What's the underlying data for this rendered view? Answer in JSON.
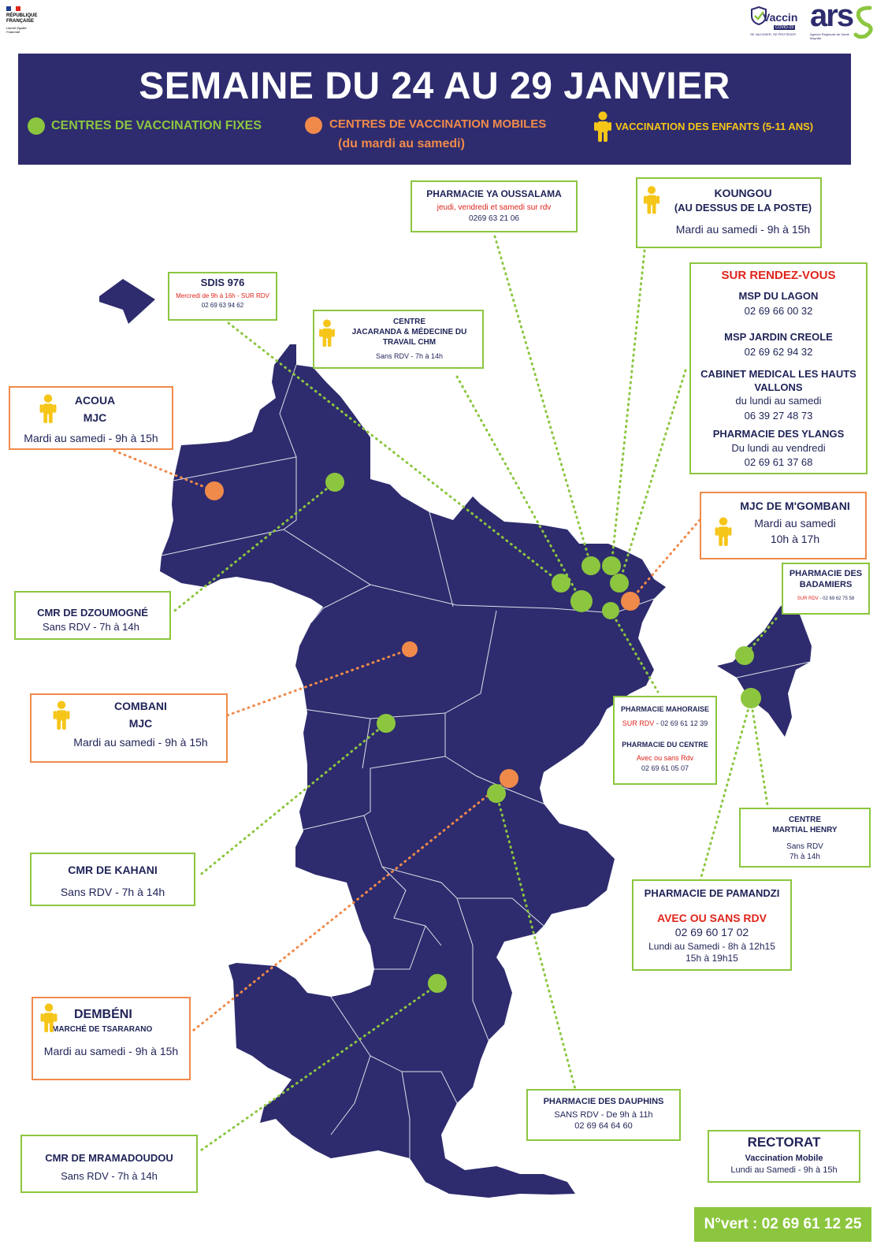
{
  "header": {
    "rf_label": "RÉPUBLIQUE FRANÇAISE",
    "rf_motto": "Liberté Égalité Fraternité",
    "vaccin_logo": "Vaccin",
    "vaccin_sub": "COVID-19",
    "vaccin_tagline": "SE VACCINER, SE PROTÉGER",
    "ars_logo": "ars",
    "ars_sub": "Agence Régionale de Santé Mayotte"
  },
  "banner": {
    "title": "SEMAINE DU 24 AU 29 JANVIER",
    "legend_fixed": "CENTRES DE VACCINATION FIXES",
    "legend_mobile": "CENTRES DE VACCINATION MOBILES",
    "legend_mobile_note": "(du mardi au samedi)",
    "legend_children": "VACCINATION DES ENFANTS (5-11 ANS)"
  },
  "colors": {
    "navy": "#2e2c6e",
    "green": "#8cc63f",
    "orange": "#f08a4b",
    "red": "#e0241b",
    "yellow": "#f5c518"
  },
  "icons": {
    "child": "child-icon",
    "fixed_dot": "green-dot-icon",
    "mobile_dot": "orange-dot-icon"
  },
  "boxes": {
    "yaoussalama": {
      "title": "PHARMACIE YA OUSSALAMA",
      "note": "jeudi, vendredi et samedi sur rdv",
      "phone": "0269 63 21 06"
    },
    "koungou": {
      "title1": "KOUNGOU",
      "title2": "(AU DESSUS DE LA POSTE)",
      "hours": "Mardi au samedi - 9h à 15h"
    },
    "sdis": {
      "title": "SDIS 976",
      "note": "Mercredi de 9h à 16h - SUR RDV",
      "phone": "02 69 63 94 62"
    },
    "jacaranda": {
      "title1": "CENTRE",
      "title2": "JACARANDA & MÉDECINE DU",
      "title3": "TRAVAIL CHM",
      "hours": "Sans RDV -  7h à 14h"
    },
    "rdv": {
      "header": "SUR RENDEZ-VOUS",
      "msp_lagon": "MSP DU LAGON",
      "msp_lagon_phone": "02 69 66 00 32",
      "msp_jardin": "MSP JARDIN CREOLE",
      "msp_jardin_phone": "02 69 62 94 32",
      "cabinet1": "CABINET MEDICAL LES HAUTS",
      "cabinet2": "VALLONS",
      "cabinet_days": "du lundi au samedi",
      "cabinet_phone": "06 39 27 48 73",
      "ylangs": "PHARMACIE DES YLANGS",
      "ylangs_days": "Du lundi au vendredi",
      "ylangs_phone": "02 69 61 37 68"
    },
    "acoua": {
      "title1": "ACOUA",
      "title2": "MJC",
      "hours": "Mardi au samedi - 9h à 15h"
    },
    "mgombani": {
      "title": "MJC DE M'GOMBANI",
      "days": "Mardi au samedi",
      "hours": "10h à 17h"
    },
    "badamiers": {
      "title1": "PHARMACIE DES",
      "title2": "BADAMIERS",
      "note_red": "SUR RDV",
      "phone": " - 02 69 62 75 58"
    },
    "dzoumogne": {
      "title": "CMR DE DZOUMOGNÉ",
      "hours": "Sans RDV - 7h à 14h"
    },
    "combani": {
      "title1": "COMBANI",
      "title2": "MJC",
      "hours": "Mardi au samedi - 9h à 15h"
    },
    "mahoraise": {
      "title": "PHARMACIE MAHORAISE",
      "note_red": "SUR RDV",
      "phone": " - 02 69 61 12 39",
      "title2": "PHARMACIE DU CENTRE",
      "note2": "Avec ou sans Rdv",
      "phone2": "02 69 61 05 07"
    },
    "martial": {
      "title1": "CENTRE",
      "title2": "MARTIAL HENRY",
      "note": "Sans RDV",
      "hours": "7h à 14h"
    },
    "kahani": {
      "title": "CMR DE KAHANI",
      "hours": "Sans RDV - 7h à 14h"
    },
    "pamandzi": {
      "title": "PHARMACIE DE PAMANDZI",
      "note": "AVEC OU SANS RDV",
      "phone": "02 69 60 17 02",
      "hours1": "Lundi au Samedi - 8h à 12h15",
      "hours2": "15h  à 19h15"
    },
    "dembeni": {
      "title1": "DEMBÉNI",
      "title2": "MARCHÉ DE TSARARANO",
      "hours": "Mardi au samedi - 9h à 15h"
    },
    "dauphins": {
      "title": "PHARMACIE DES DAUPHINS",
      "hours": "SANS RDV -  De 9h à 11h",
      "phone": "02 69 64 64 60"
    },
    "mramadoudou": {
      "title": "CMR DE MRAMADOUDOU",
      "hours": "Sans RDV - 7h à 14h"
    },
    "rectorat": {
      "title": "RECTORAT",
      "sub": "Vaccination Mobile",
      "hours": "Lundi au Samedi  - 9h à 15h"
    }
  },
  "footer": {
    "nvert": "N°vert : 02 69 61 12 25"
  }
}
